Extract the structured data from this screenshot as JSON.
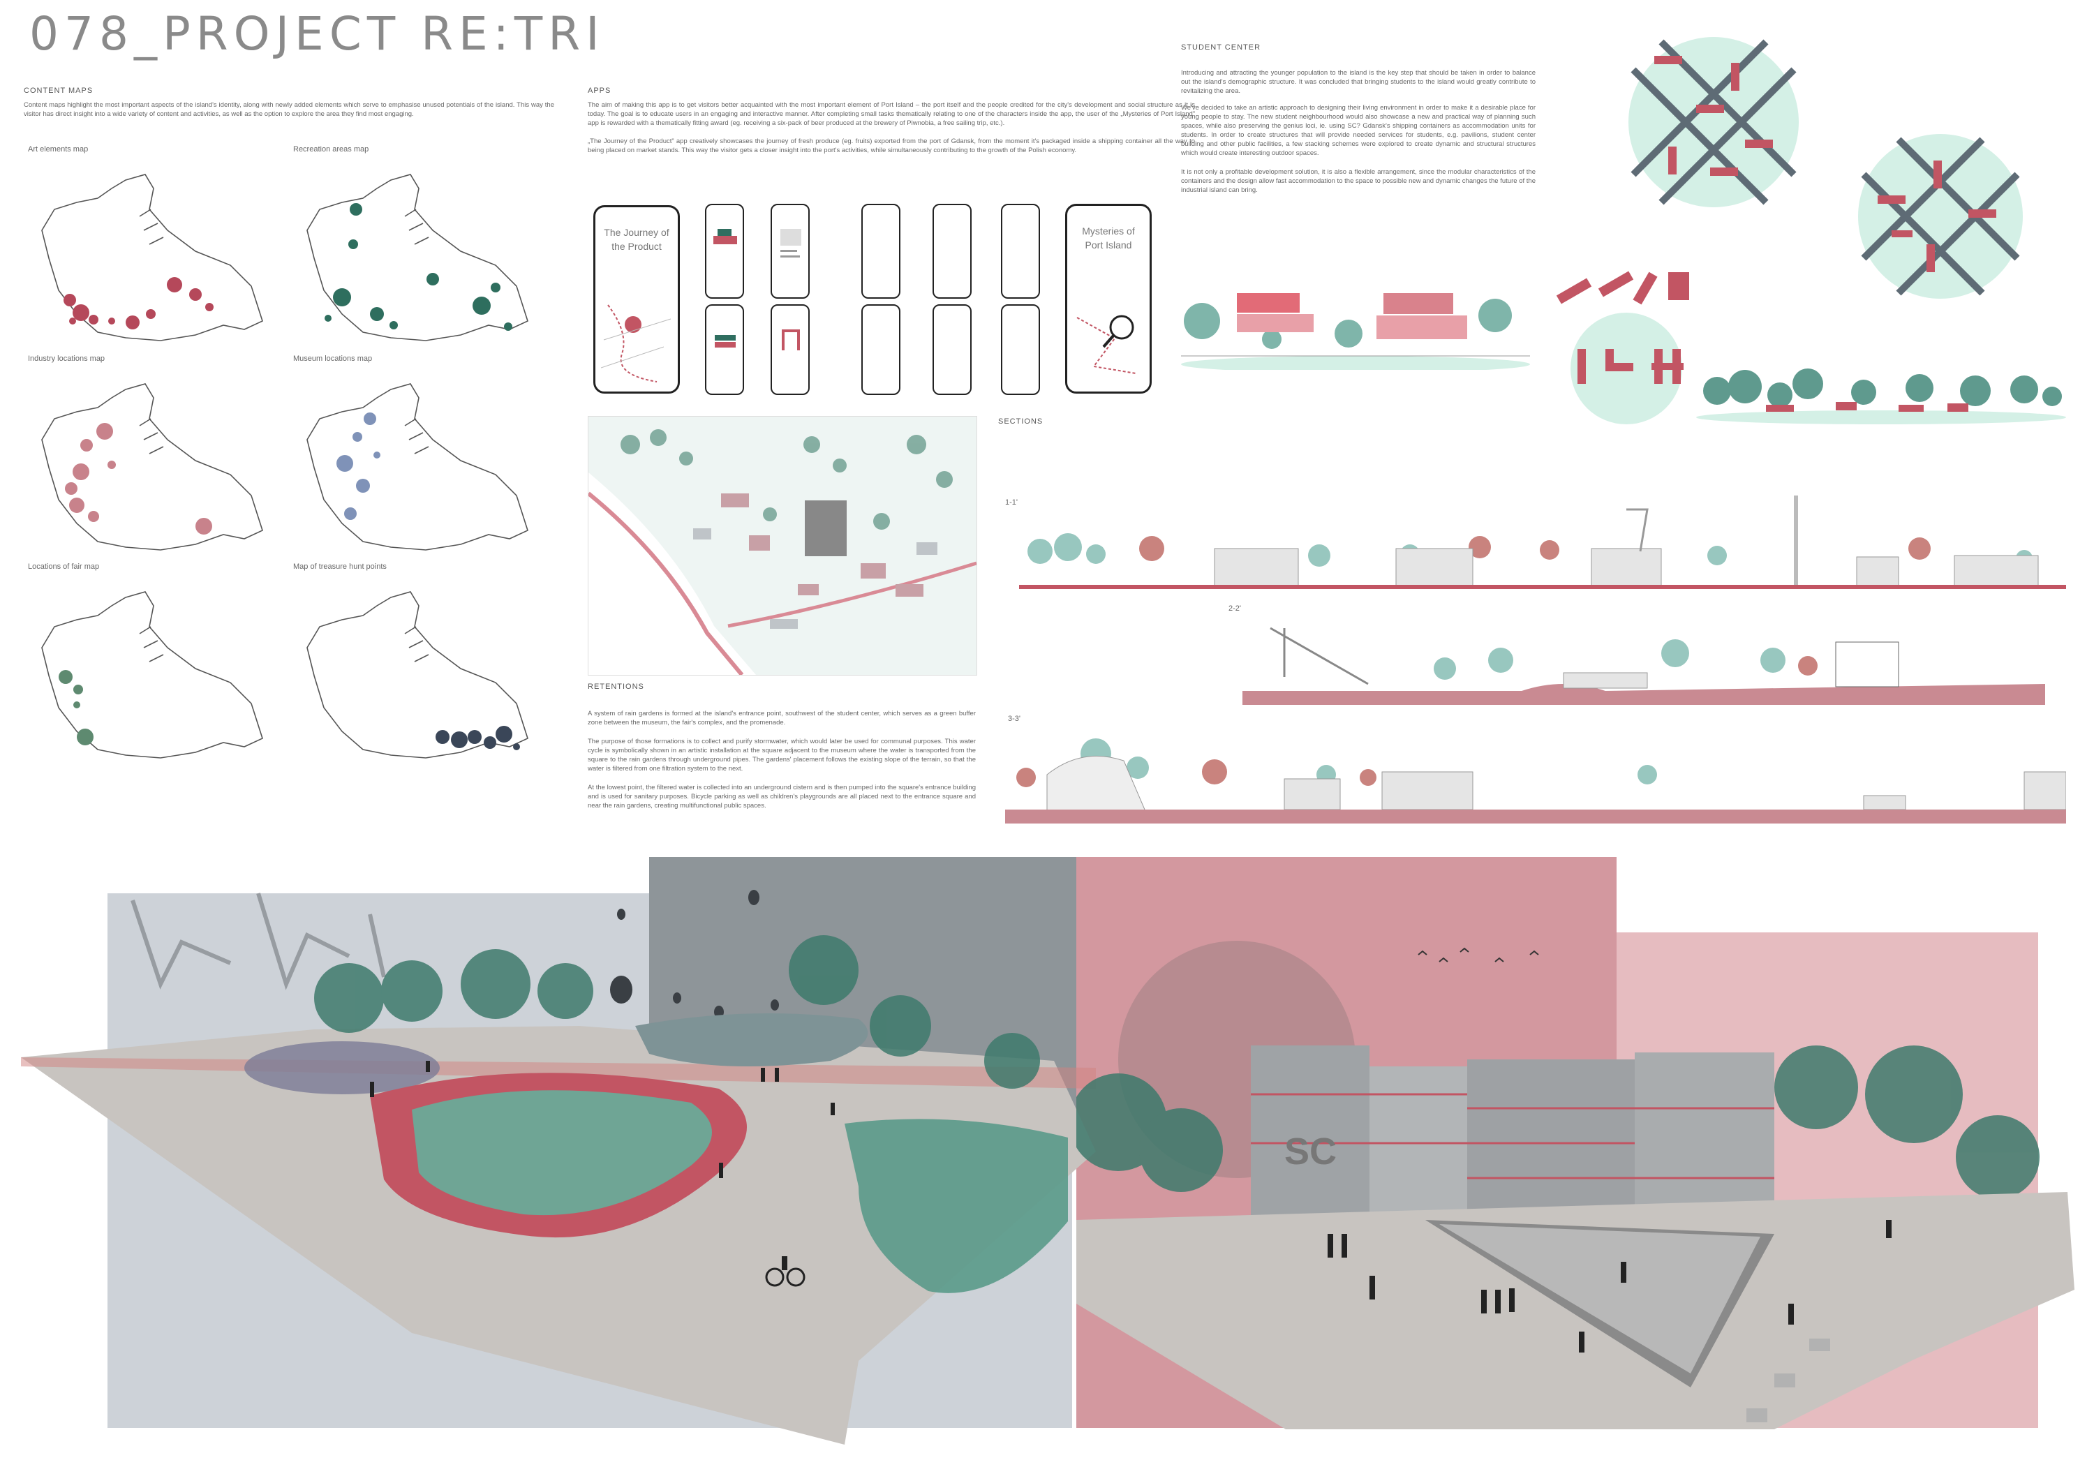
{
  "title": "078_PROJECT RE:TRI",
  "content_maps": {
    "heading": "CONTENT MAPS",
    "text": "Content maps highlight the most important aspects of the island's identity, along with newly added elements which serve to emphasise unused potentials of the island. This way the visitor has direct insight into a wide variety of content and activities, as well as the option to explore the area they find most engaging.",
    "maps": [
      {
        "label": "Art elements map",
        "color": "#b5485a"
      },
      {
        "label": "Recreation areas map",
        "color": "#2e6e5e"
      },
      {
        "label": "Industry locations map",
        "color": "#c8828b"
      },
      {
        "label": "Museum locations map",
        "color": "#7f92b8"
      },
      {
        "label": "Locations of fair map",
        "color": "#5e8a70"
      },
      {
        "label": "Map of treasure hunt points",
        "color": "#3a4658"
      }
    ]
  },
  "apps": {
    "heading": "APPS",
    "text1": "The aim of making this app is to get visitors better acquainted with the most important element of Port Island – the port itself and the people credited for the city's development and social structure as it is today. The goal is to educate users in an engaging and interactive manner. After completing small tasks thematically relating to one of the characters inside the app, the user of the „Mysteries of Port Island” app is rewarded with a thematically fitting award (eg. receiving a six-pack of beer produced at the brewery of Piwnobia, a free sailing trip, etc.).",
    "text2": "„The Journey of the Product” app creatively showcases the journey of fresh produce (eg. fruits) exported from the port of Gdansk, from the moment it's packaged inside a shipping container all the way to being placed on market stands. This way the visitor gets a closer insight into the port's activities, while simultaneously contributing to the growth of the Polish economy.",
    "phone1_title": "The Journey of the Product",
    "phone2_title": "Mysteries of Port Island"
  },
  "student_center": {
    "heading": "STUDENT CENTER",
    "text1": "Introducing and attracting the younger population to the island is the key step that should be taken in order to balance out the island's demographic structure. It was concluded that bringing students to the island would greatly contribute to revitalizing the area.",
    "text2": "We've decided to take an artistic approach to designing their living environment in order to make it a desirable place for young people to stay. The new student neighbourhood would also showcase a new and practical way of planning such spaces, while also preserving the genius loci, ie. using SC? Gdansk's shipping containers as accommodation units for students. In order to create structures that will provide needed services for students, e.g. pavilions, student center building and other public facilities, a few stacking schemes were explored to create dynamic and structural structures which would create interesting outdoor spaces.",
    "text3": "It is not only a profitable development solution, it is also a flexible arrangement, since the modular characteristics of the containers and the design allow fast accommodation to the space to possible new and dynamic changes the future of the industrial island can bring."
  },
  "sections": {
    "heading": "SECTIONS",
    "labels": [
      "1-1'",
      "2-2'",
      "3-3'"
    ]
  },
  "retentions": {
    "heading": "RETENTIONS",
    "text1": "A system of rain gardens is formed at the island's entrance point, southwest of the student center, which serves as a green buffer zone between the museum, the fair's complex, and the promenade.",
    "text2": "The purpose of those formations is to collect and purify stormwater, which would later be used for communal purposes. This water cycle is symbolically shown in an artistic installation at the square adjacent to the museum where the water is transported from the square to the rain gardens through underground pipes. The gardens' placement follows the existing slope of the terrain, so that the water is filtered from one filtration system to the next.",
    "text3": "At the lowest point, the filtered water is collected into an underground cistern and is then pumped into the square's entrance building and is used for sanitary purposes. Bicycle parking as well as children's playgrounds are all placed next to the entrance square and near the rain gardens, creating multifunctional public spaces."
  },
  "render": {
    "sign": "SC"
  },
  "colors": {
    "accent_red": "#c25563",
    "accent_green": "#2f6e60",
    "mint": "#d4f0e6",
    "pink_bg": "#d9a8ae",
    "grey_bg": "#cdd2d8"
  }
}
